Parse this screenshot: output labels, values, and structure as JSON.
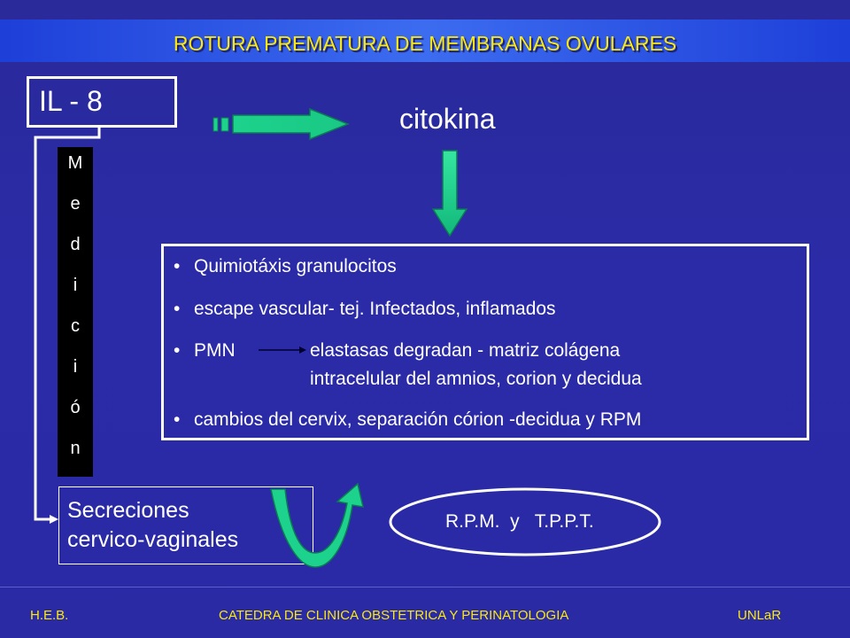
{
  "slide": {
    "title": "ROTURA PREMATURA DE MEMBRANAS OVULARES",
    "il8_label": "IL - 8",
    "citokina_label": "citokina",
    "medicion_letters": [
      "M",
      "e",
      "d",
      "i",
      "c",
      "i",
      "ó",
      "n"
    ],
    "effects": [
      "Quimiotáxis granulocitos",
      "escape vascular- tej. Infectados, inflamados",
      "PMN",
      "elastasas degradan - matriz colágena",
      "intracelular del amnios, corion  y decidua",
      "cambios del cervix, separación  córion -decidua y RPM"
    ],
    "secreciones_line1": "Secreciones",
    "secreciones_line2": "cervico-vaginales",
    "result_label": "R.P.M.  y   T.P.P.T."
  },
  "footer": {
    "left": "H.E.B.",
    "center": "CATEDRA DE CLINICA OBSTETRICA Y PERINATOLOGIA",
    "right": "UNLaR"
  },
  "colors": {
    "background": "#2b2ba8",
    "title": "#fbe90d",
    "arrow_green": "#1dd28c",
    "text": "#ffffff"
  }
}
